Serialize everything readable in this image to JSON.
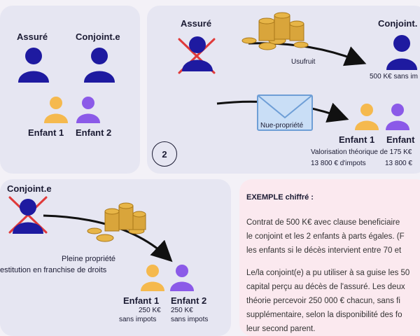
{
  "panel1": {
    "assure": "Assuré",
    "conjoint": "Conjoint.e",
    "enfant1": "Enfant 1",
    "enfant2": "Enfant 2"
  },
  "panel2": {
    "assure": "Assuré",
    "conjoint": "Conjoint.",
    "usufruit": "Usufruit",
    "usufruit_value": "500 K€ sans im",
    "nue_propriete": "Nue-propriété",
    "enfant1": "Enfant 1",
    "enfant2": "Enfant",
    "valorisation": "Valorisation  théorique de 175 K€",
    "impots1": "13 800 € d'impots",
    "impots2": "13 800 €",
    "step": "2"
  },
  "panel3": {
    "conjoint": "Conjoint.e",
    "pleine_propriete": "Pleine propriété",
    "restitution": "estitution en franchise de droits",
    "enfant1": "Enfant 1",
    "enfant2": "Enfant 2",
    "e1_amount": "250 K€",
    "e1_tax": "sans impots",
    "e2_amount": "250 K€",
    "e2_tax": "sans impots"
  },
  "example": {
    "title": "EXEMPLE chiffré :",
    "lines": [
      "Contrat de 500 K€ avec clause beneficiaire",
      "le conjoint et les 2 enfants à parts égales. (F",
      "les enfants si le décès intervient entre 70 et",
      "",
      "Le/la conjoint(e) a pu utiliser à sa guise les 50",
      "capital perçu au décès de l'assuré. Les deux",
      "théorie percevoir 250 000 € chacun, sans fi",
      "supplémentaire, selon la disponibilité des fo",
      "leur second parent."
    ]
  },
  "colors": {
    "navy": "#1e1aa0",
    "orange": "#f5b94e",
    "purple": "#8b5ae8",
    "red": "#e03a3a",
    "panel": "#e6e6f2",
    "note_bg": "#fbe9ef"
  }
}
